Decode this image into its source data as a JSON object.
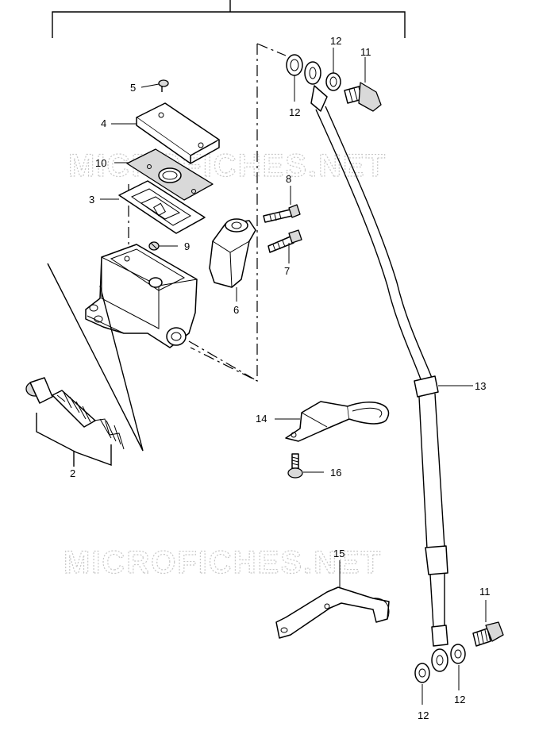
{
  "watermark": "MICROFICHES.NET",
  "labels": {
    "p2": "2",
    "p3": "3",
    "p4": "4",
    "p5": "5",
    "p6": "6",
    "p7": "7",
    "p8": "8",
    "p9": "9",
    "p10": "10",
    "p11a": "11",
    "p11b": "11",
    "p12a": "12",
    "p12b": "12",
    "p12c": "12",
    "p12d": "12",
    "p13": "13",
    "p14": "14",
    "p15": "15",
    "p16": "16"
  }
}
